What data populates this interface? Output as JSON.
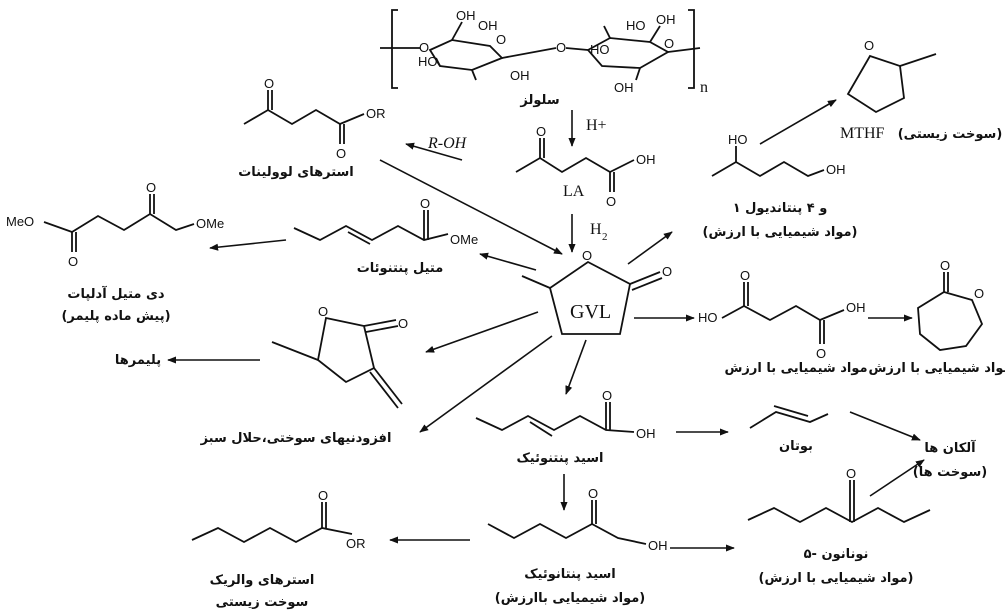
{
  "diagram": {
    "cellulose": {
      "label": "سلولز",
      "subscript": "n",
      "oh": "OH",
      "ho": "HO",
      "o": "O"
    },
    "reagents": {
      "h_plus": "H+",
      "roh": "R-OH",
      "h2": "H",
      "h2_sub": "2"
    },
    "la": {
      "abbr": "LA",
      "oh": "OH",
      "o": "O"
    },
    "gvl": {
      "abbr": "GVL",
      "o": "O"
    },
    "levulinate_esters": {
      "label": "استرهای لوولینات",
      "or": "OR",
      "o": "O"
    },
    "pentanediol": {
      "line1": "۱ و ۴ پنتاندیول",
      "line2": "(مواد شیمیایی با ارزش)",
      "ho": "HO",
      "oh": "OH"
    },
    "mthf": {
      "abbr": "MTHF",
      "label": "(سوخت زیستی)",
      "o": "O"
    },
    "methyl_pentenoate": {
      "label": "متیل پنتنوئات",
      "ome": "OMe",
      "o": "O"
    },
    "dimethyl_adipate": {
      "line1": "دی متیل آدلپات",
      "line2": "(پیش ماده پلیمر)",
      "meo": "MeO",
      "ome": "OMe",
      "o": "O"
    },
    "succinic": {
      "label": "مواد شیمیایی با ارزش",
      "ho": "HO",
      "oh": "OH",
      "o": "O"
    },
    "caprolactone": {
      "label": "مواد شیمیایی با ارزش",
      "o": "O"
    },
    "polymers": {
      "label": "پلیمرها"
    },
    "methylene_gvl": {
      "label": "افزودنیهای سوختی،حلال سبز",
      "o": "O"
    },
    "pentenoic_acid": {
      "label": "اسید پنتنوئیک",
      "oh": "OH",
      "o": "O"
    },
    "butene": {
      "label": "بوتان"
    },
    "alkanes": {
      "line1": "آلکان ها",
      "line2": "(سوخت ها)"
    },
    "pentanoic_acid": {
      "line1": "اسید پنتانوئیک",
      "line2": "(مواد شیمیایی باارزش)",
      "oh": "OH",
      "o": "O"
    },
    "nonanone": {
      "line1": "۵- نونانون",
      "line2": "(مواد شیمیایی با ارزش)",
      "o": "O"
    },
    "valerate_esters": {
      "line1": "استرهای والریک",
      "line2": "سوخت زیستی",
      "or": "OR",
      "o": "O"
    }
  }
}
